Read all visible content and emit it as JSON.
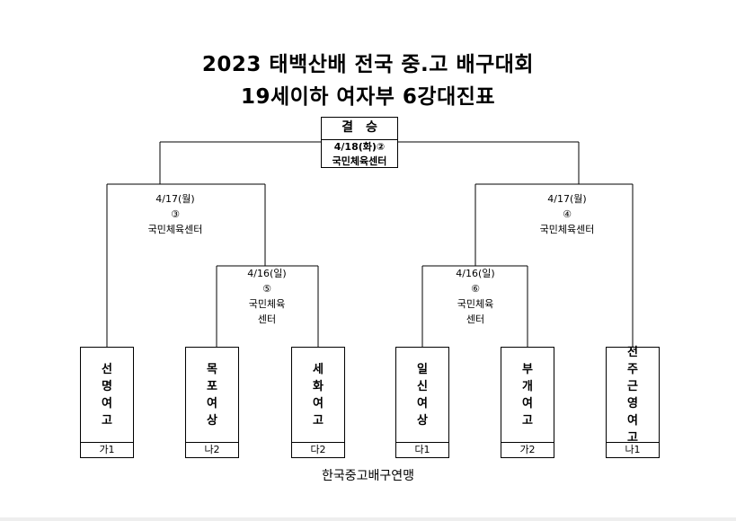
{
  "title_line1": "2023 태백산배 전국 중.고 배구대회",
  "title_line2": "19세이하 여자부 6강대진표",
  "final": {
    "label": "결승",
    "date": "4/18(화)②",
    "venue": "국민체육센터"
  },
  "semi_left": {
    "date": "4/17(월)",
    "num": "③",
    "venue": "국민체육센터"
  },
  "semi_right": {
    "date": "4/17(월)",
    "num": "④",
    "venue": "국민체육센터"
  },
  "qf_left": {
    "date": "4/16(일)",
    "num": "⑤",
    "venue1": "국민체육",
    "venue2": "센터"
  },
  "qf_right": {
    "date": "4/16(일)",
    "num": "⑥",
    "venue1": "국민체육",
    "venue2": "센터"
  },
  "teams": [
    {
      "chars": [
        "선",
        "명",
        "여",
        "고"
      ],
      "seed": "가1"
    },
    {
      "chars": [
        "목",
        "포",
        "여",
        "상"
      ],
      "seed": "나2"
    },
    {
      "chars": [
        "세",
        "화",
        "여",
        "고"
      ],
      "seed": "다2"
    },
    {
      "chars": [
        "일",
        "신",
        "여",
        "상"
      ],
      "seed": "다1"
    },
    {
      "chars": [
        "부",
        "개",
        "여",
        "고"
      ],
      "seed": "가2"
    },
    {
      "chars": [
        "전",
        "주",
        "근",
        "영",
        "여",
        "고"
      ],
      "seed": "나1"
    }
  ],
  "footer": "한국중고배구연맹"
}
